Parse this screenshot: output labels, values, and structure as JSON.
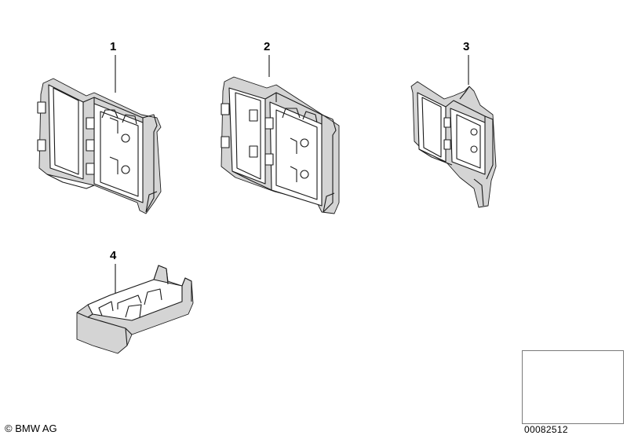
{
  "callouts": {
    "part1": "1",
    "part2": "2",
    "part3": "3",
    "part4": "4"
  },
  "footer": {
    "copyright": "© BMW AG",
    "document_number": "00082512"
  },
  "icons": {
    "thumbnail": "car-outline-icon"
  },
  "colors": {
    "line": "#1a1a1a",
    "shade": "#d4d4d4",
    "background": "#ffffff"
  }
}
